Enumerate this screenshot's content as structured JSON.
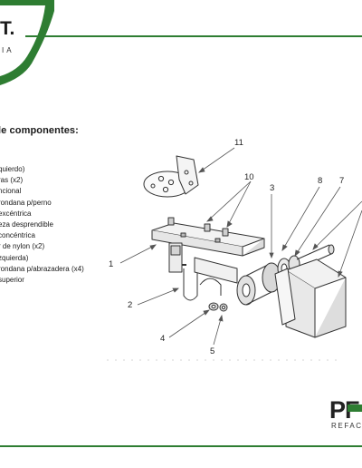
{
  "header": {
    "logo_text": "T.",
    "logo_subtext": "IA",
    "accent_color": "#2e7d32"
  },
  "section": {
    "title": "le componentes:",
    "components": [
      "quierdo)",
      "ras (x2)",
      "ncional",
      "rondana p/perno",
      "excéntrica",
      "eza desprendible",
      "concéntrica",
      "r de nylon (x2)",
      "zquierda)",
      "rondana p/abrazadera (x4)",
      "superior"
    ]
  },
  "diagram": {
    "callouts": [
      "11",
      "10",
      "3",
      "8",
      "7",
      "1",
      "2",
      "4",
      "5"
    ]
  },
  "footer": {
    "brand_main": "PF",
    "brand_sub": "REFACC",
    "accent_color": "#2e7d32"
  }
}
